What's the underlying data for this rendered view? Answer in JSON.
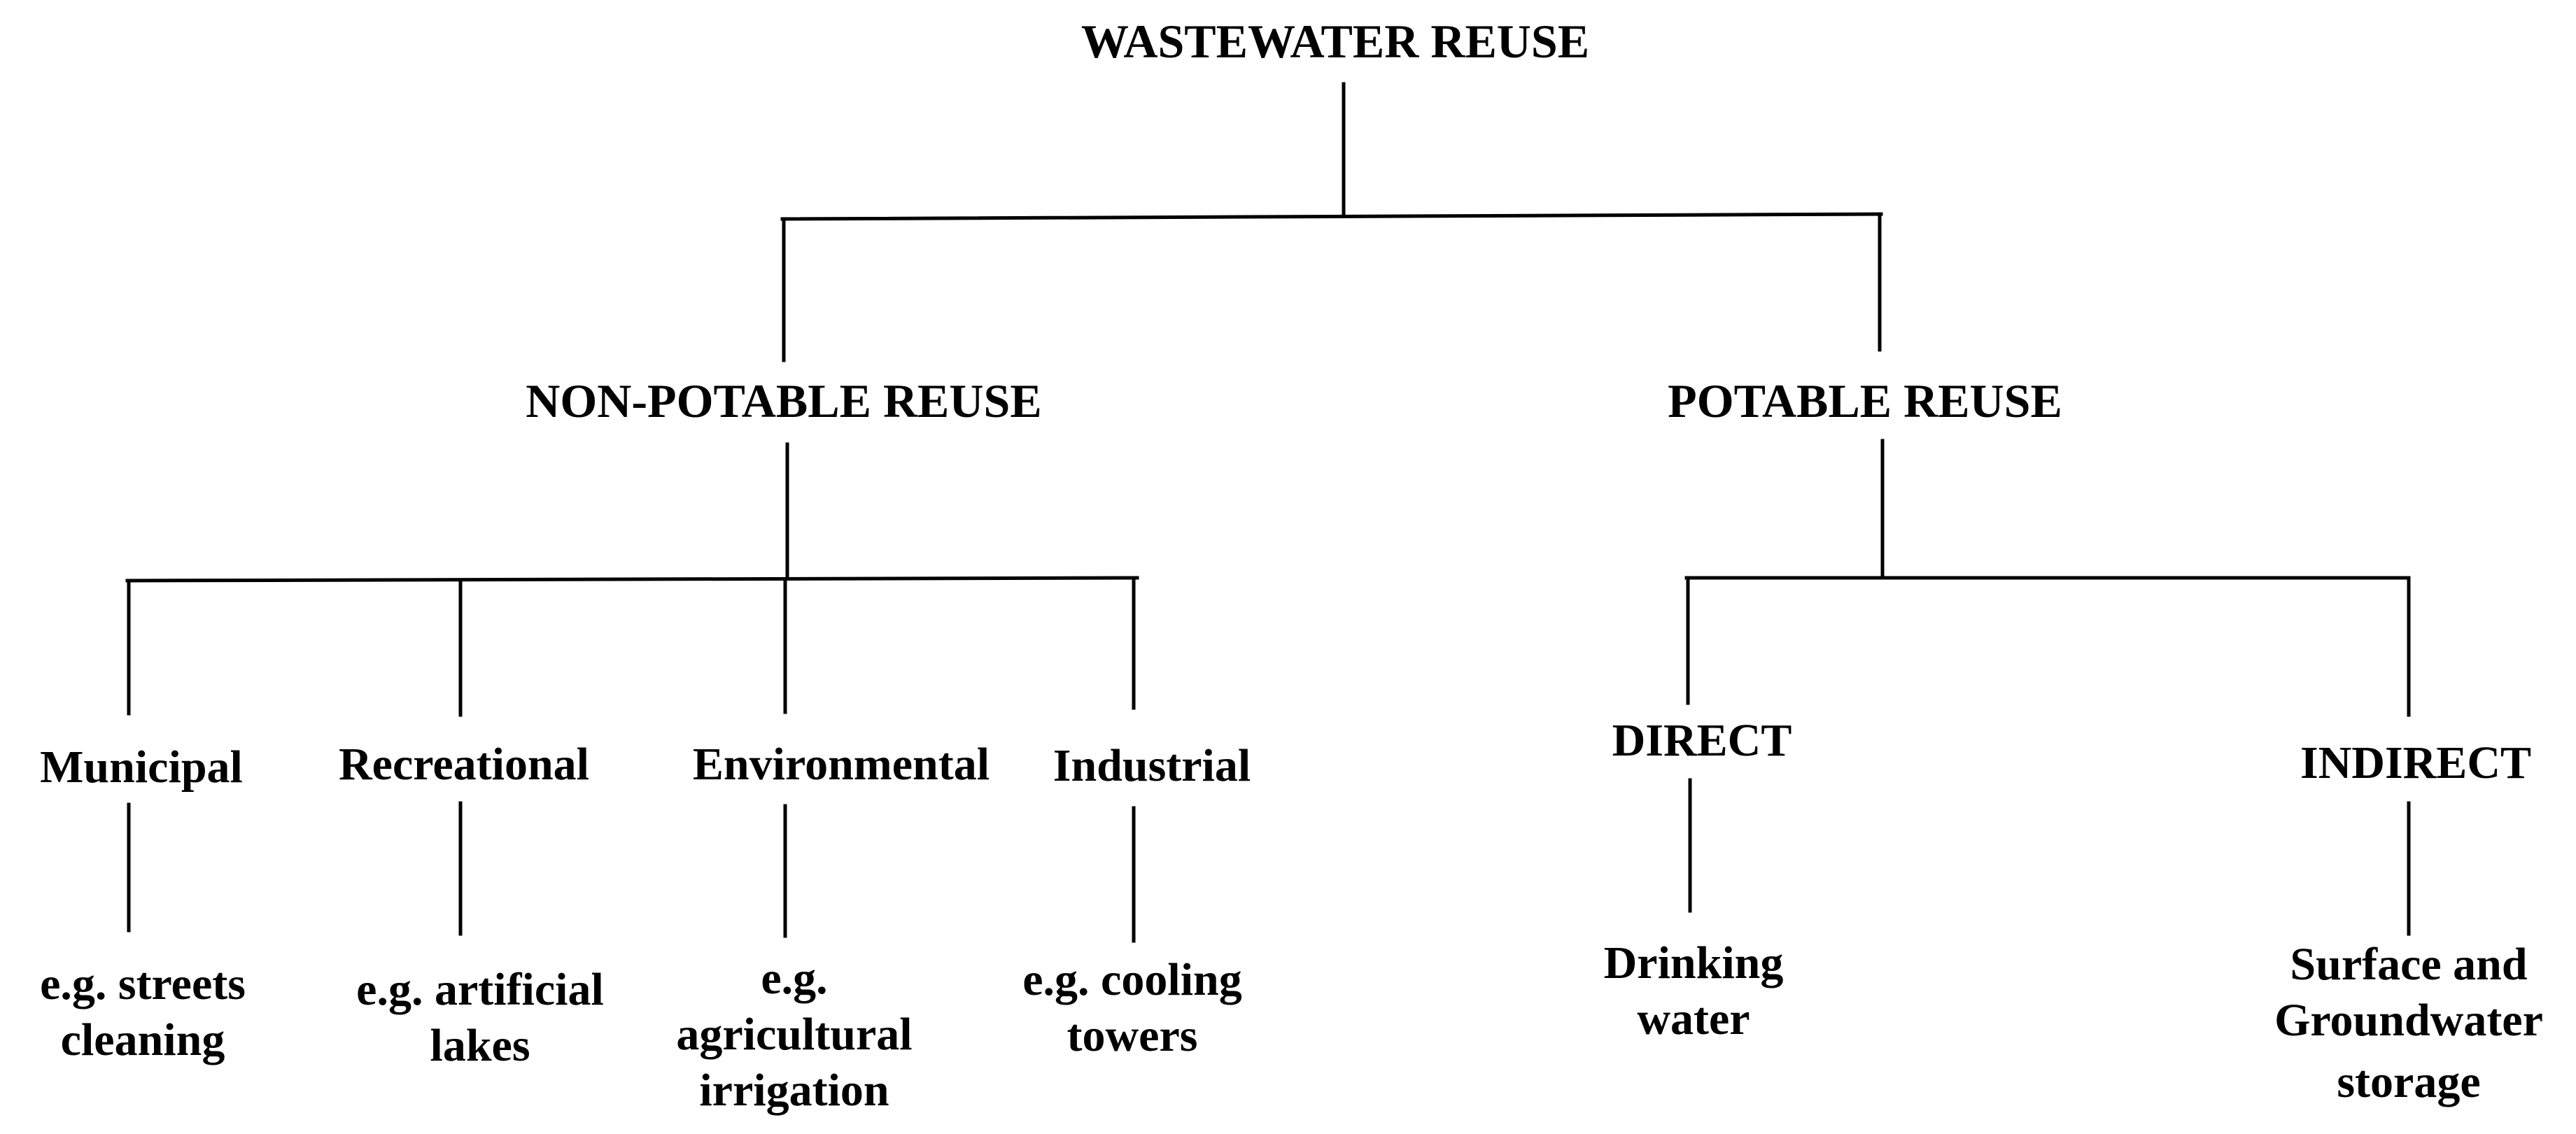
{
  "root": {
    "label": "WASTEWATER REUSE"
  },
  "categories": [
    {
      "id": "non-potable",
      "label": "NON-POTABLE REUSE",
      "children": [
        {
          "id": "municipal",
          "label": "Municipal",
          "example": [
            "e.g. streets",
            "cleaning"
          ]
        },
        {
          "id": "recreational",
          "label": "Recreational",
          "example": [
            "e.g. artificial",
            "lakes"
          ]
        },
        {
          "id": "environmental",
          "label": "Environmental",
          "example": [
            "e.g.",
            "agricultural",
            "irrigation"
          ]
        },
        {
          "id": "industrial",
          "label": "Industrial",
          "example": [
            "e.g. cooling",
            "towers"
          ]
        }
      ]
    },
    {
      "id": "potable",
      "label": "POTABLE REUSE",
      "children": [
        {
          "id": "direct",
          "label": "DIRECT",
          "example": [
            "Drinking",
            "water"
          ]
        },
        {
          "id": "indirect",
          "label": "INDIRECT",
          "example": [
            "Surface and",
            "Groundwater",
            "storage"
          ]
        }
      ]
    }
  ]
}
